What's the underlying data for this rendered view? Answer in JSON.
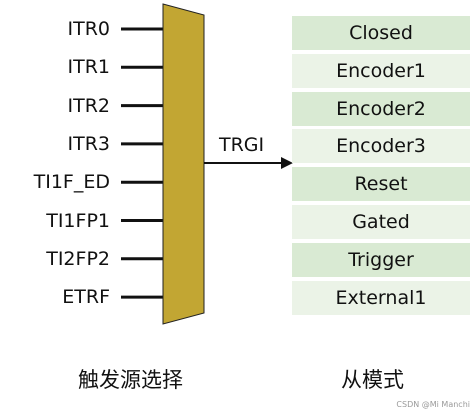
{
  "inputs": [
    {
      "label": "ITR0"
    },
    {
      "label": "ITR1"
    },
    {
      "label": "ITR2"
    },
    {
      "label": "ITR3"
    },
    {
      "label": "TI1F_ED"
    },
    {
      "label": "TI1FP1"
    },
    {
      "label": "TI2FP2"
    },
    {
      "label": "ETRF"
    }
  ],
  "output_signal": "TRGI",
  "modes": [
    {
      "label": "Closed"
    },
    {
      "label": "Encoder1"
    },
    {
      "label": "Encoder2"
    },
    {
      "label": "Encoder3"
    },
    {
      "label": "Reset"
    },
    {
      "label": "Gated"
    },
    {
      "label": "Trigger"
    },
    {
      "label": "External1"
    }
  ],
  "captions": {
    "trigger_select": "触发源选择",
    "slave_mode": "从模式"
  },
  "watermark": "CSDN @Mi Manchi",
  "colors": {
    "mux_fill": "#C2A633",
    "mode_odd": "#D9EAD3",
    "mode_even": "#EBF3E7",
    "line": "#111111"
  }
}
